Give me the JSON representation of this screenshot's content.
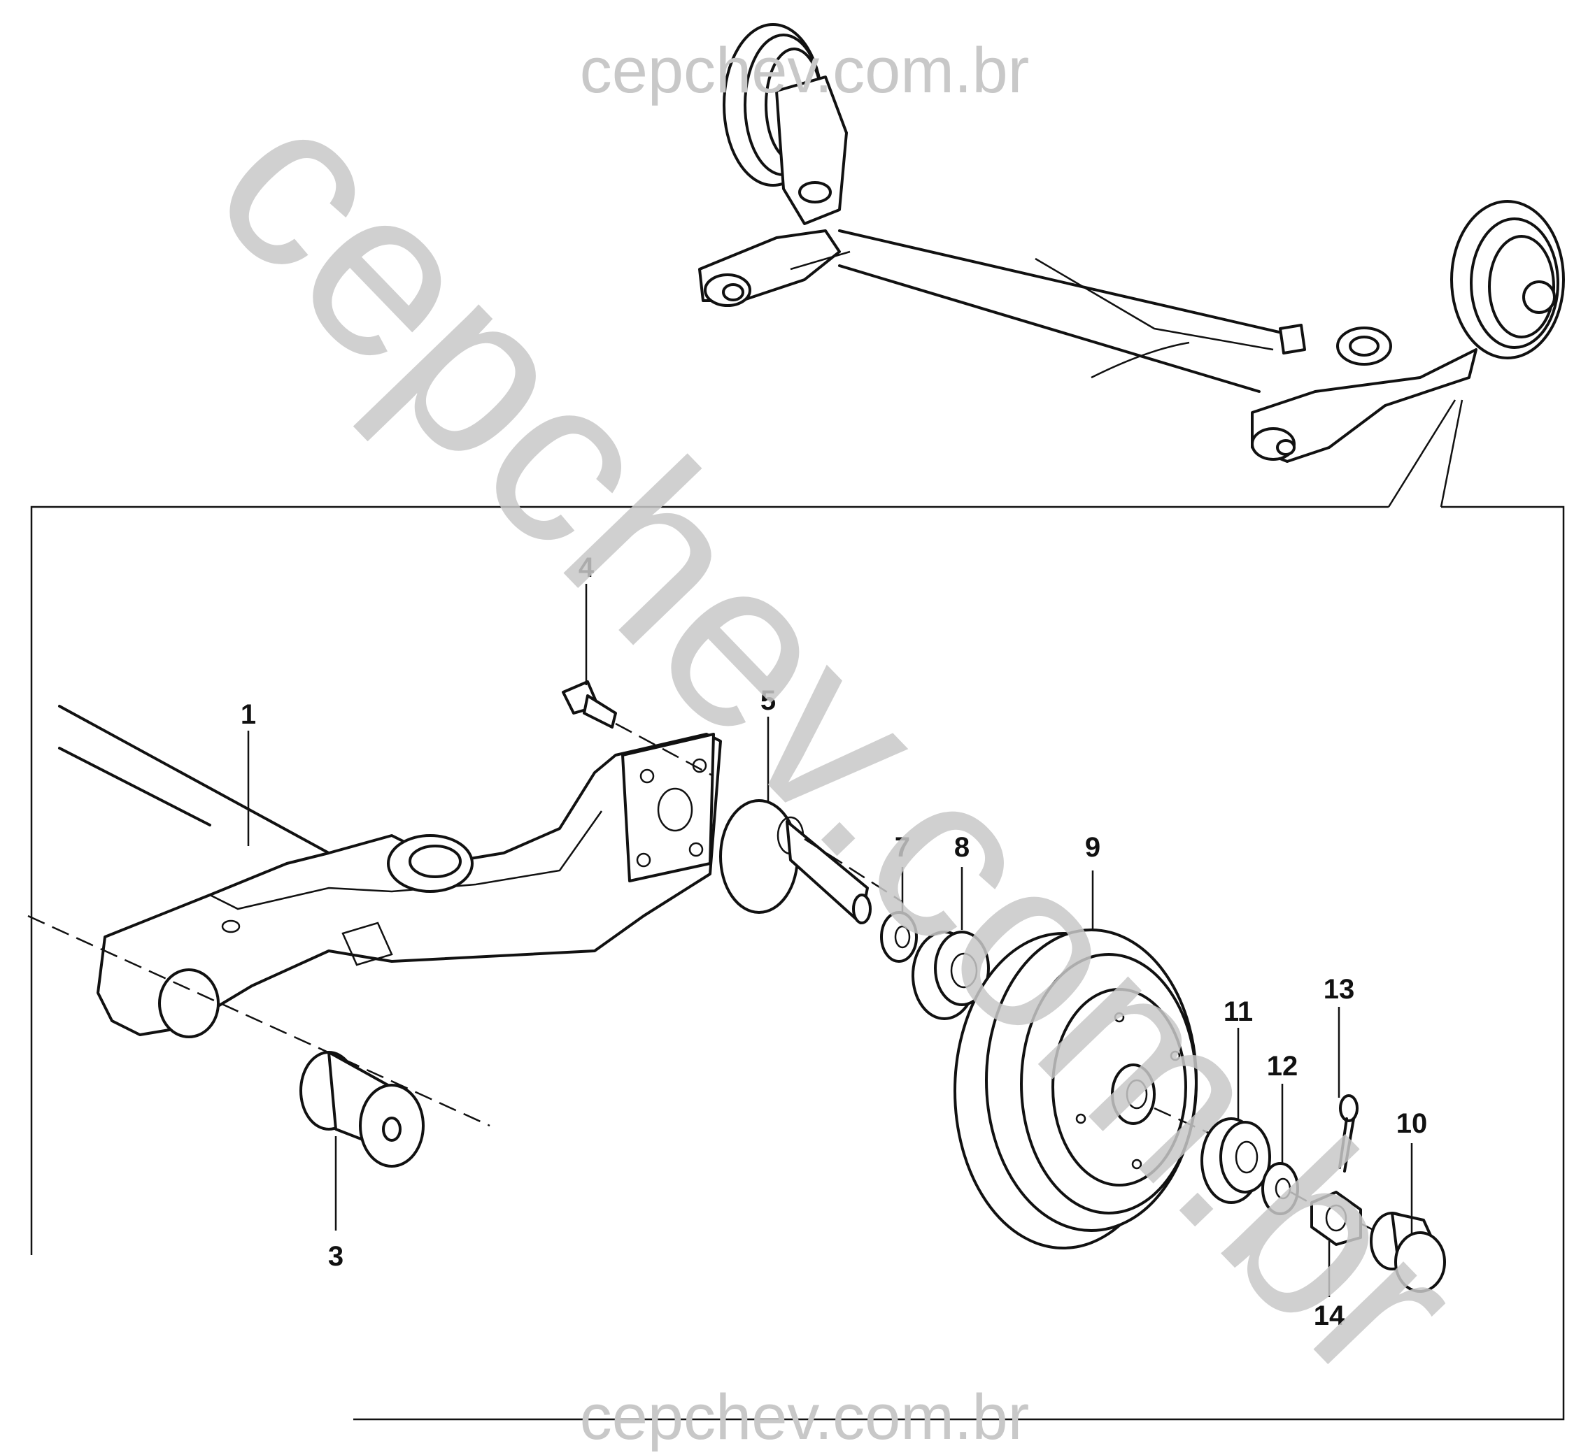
{
  "watermark": {
    "top": "cepchev.com.br",
    "bottom": "cepchev.com.br",
    "diagonal": "cepchev.com.br"
  },
  "callouts": {
    "p1": "1",
    "p3": "3",
    "p4": "4",
    "p5": "5",
    "p7": "7",
    "p8": "8",
    "p9": "9",
    "p10": "10",
    "p11": "11",
    "p12": "12",
    "p13": "13",
    "p14": "14"
  },
  "colors": {
    "line": "#111111",
    "watermark": "#c8c8c8",
    "background": "#ffffff"
  }
}
